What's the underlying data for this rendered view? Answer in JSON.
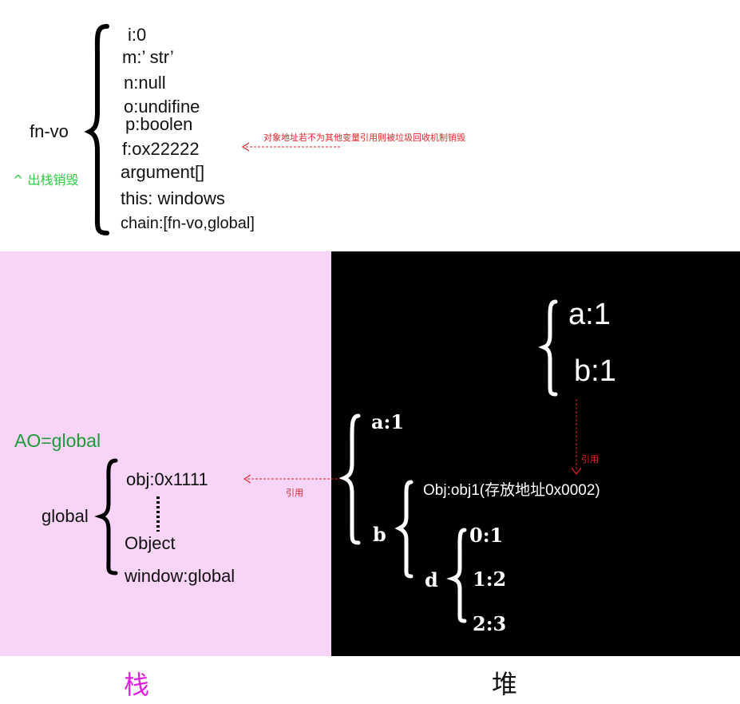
{
  "top": {
    "label": "fn-vo",
    "destroy_note": "^ 出栈销毁",
    "gc_note": "对象地址若不为其他变量引用则被垃圾回收机制销毁",
    "items": [
      "i:0",
      "m:’  str’",
      "n:null",
      "o:undifine",
      "p:boolen",
      "f:ox22222",
      "argument[]",
      "this: windows",
      "chain:[fn-vo,global]"
    ]
  },
  "stack": {
    "ao": "AO=global",
    "label": "global",
    "obj": "obj:0x1111",
    "object": "Object",
    "window": "window:global",
    "ref_label": "引用",
    "caption": "栈"
  },
  "heap": {
    "inner": [
      "a:1",
      "b:1"
    ],
    "a": "a:1",
    "b_label": "b",
    "obj_line": "Obj:obj1(存放地址0x0002)",
    "d_label": "d",
    "d_items": [
      "0:1",
      "1:2",
      "2:3"
    ],
    "ref_label": "引用",
    "caption": "堆"
  },
  "colors": {
    "stack_bg": "#f8d5f6",
    "heap_bg": "#000000",
    "arrow": "#e0262a",
    "ao": "#1e9a3a",
    "stack_caption": "#e020e0"
  }
}
